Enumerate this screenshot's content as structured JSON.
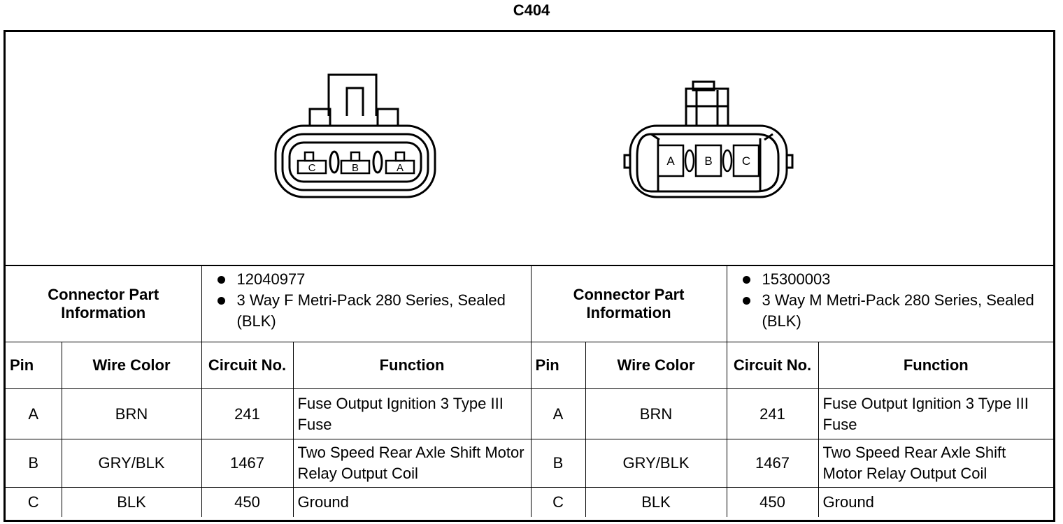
{
  "title": "C404",
  "connectors": [
    {
      "info_label": "Connector Part Information",
      "part_number": "12040977",
      "description": "3 Way F Metri-Pack 280 Series, Sealed (BLK)",
      "cavity_labels": [
        "C",
        "B",
        "A"
      ]
    },
    {
      "info_label": "Connector Part Information",
      "part_number": "15300003",
      "description": "3 Way M Metri-Pack 280 Series, Sealed (BLK)",
      "cavity_labels": [
        "A",
        "B",
        "C"
      ]
    }
  ],
  "columns": {
    "pin": "Pin",
    "wire_color": "Wire Color",
    "circuit": "Circuit No.",
    "function": "Function"
  },
  "rows": [
    {
      "pin": "A",
      "wire_color": "BRN",
      "circuit": "241",
      "function": "Fuse Output Ignition 3 Type III Fuse"
    },
    {
      "pin": "B",
      "wire_color": "GRY/BLK",
      "circuit": "1467",
      "function": "Two Speed Rear Axle Shift Motor Relay Output Coil"
    },
    {
      "pin": "C",
      "wire_color": "BLK",
      "circuit": "450",
      "function": "Ground"
    }
  ]
}
